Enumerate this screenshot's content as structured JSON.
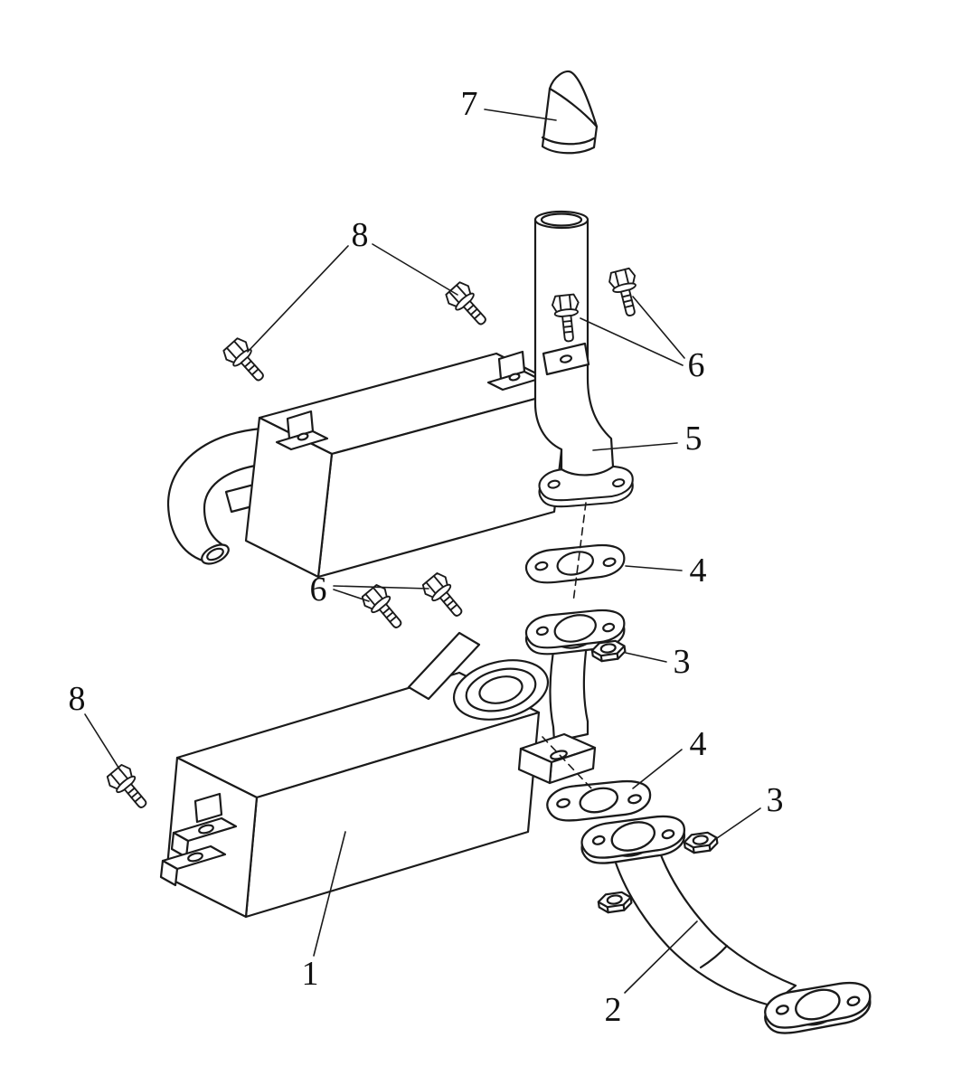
{
  "figure": {
    "type": "exploded-parts-diagram",
    "subject": "muffler and exhaust pipe assembly",
    "background_color": "#ffffff",
    "line_color": "#1a1a1a",
    "part_numbers_shown": [
      "1",
      "2",
      "3",
      "4",
      "5",
      "6",
      "7",
      "8"
    ]
  },
  "callouts": [
    {
      "label": "7"
    },
    {
      "label": "8"
    },
    {
      "label": "6"
    },
    {
      "label": "5"
    },
    {
      "label": "4"
    },
    {
      "label": "6"
    },
    {
      "label": "3"
    },
    {
      "label": "8"
    },
    {
      "label": "4"
    },
    {
      "label": "3"
    },
    {
      "label": "1"
    },
    {
      "label": "2"
    }
  ]
}
